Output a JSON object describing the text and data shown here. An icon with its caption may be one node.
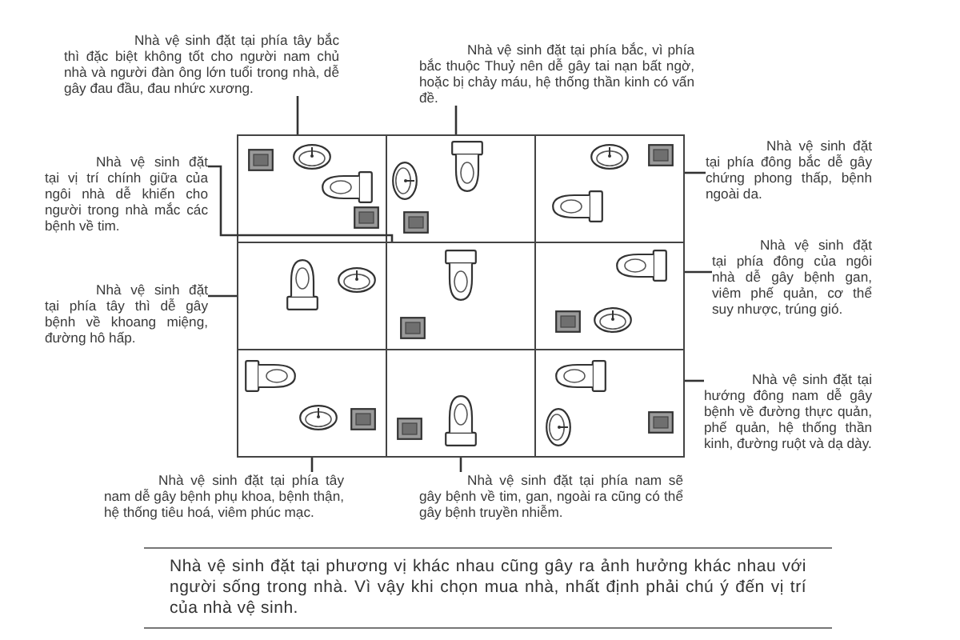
{
  "diagram": {
    "nodes": [
      {
        "text": [
          "Nhà vệ sinh đặt tại phía tây bắc thì đặc biệt không tốt cho người nam chủ nhà và người đàn ông lớn tuổi trong nhà, dễ gây đau đầu, đau nhức xương."
        ]
      },
      {
        "text": [
          "Nhà vệ sinh đặt tại phía bắc, vì phía bắc thuộc Thuỷ nên dễ gây tai nạn bất ngờ, hoặc bị chảy máu, hệ thống thần kinh có vấn đề."
        ]
      },
      {
        "text": [
          "Nhà vệ sinh đặt tại phía đông bắc dễ gây chứng phong thấp, bệnh ngoài da."
        ]
      },
      {
        "text": [
          "Nhà vệ sinh đặt tại vị trí chính giữa của ngôi nhà dễ khiến cho người trong nhà mắc các bệnh về tim."
        ]
      },
      {
        "text": [
          "Nhà vệ sinh đặt tại phía tây thì dễ gây bệnh về khoang miệng, đường hô hấp."
        ]
      },
      {
        "text": [
          "Nhà vệ sinh đặt tại phía đông của ngôi nhà dễ gây bệnh gan, viêm phế quản, cơ thể suy nhược, trúng gió."
        ]
      },
      {
        "text": [
          "Nhà vệ sinh đặt tại hướng đông nam dễ gây bệnh về đường thực quản, phế quản, hệ thống thần kinh, đường ruột và dạ dày."
        ]
      },
      {
        "text": [
          "Nhà vệ sinh đặt tại phía tây nam dễ gây bệnh phụ khoa, bệnh thận, hệ thống tiêu hoá, viêm phúc mạc."
        ]
      },
      {
        "text": [
          "Nhà vệ sinh đặt tại phía nam sẽ gây bệnh về tim, gan, ngoài ra cũng có thể gây bệnh truyền nhiễm."
        ]
      },
      {
        "text": [],
        "shape": "box"
      },
      {
        "text": [],
        "shape": "box"
      },
      {
        "text": [],
        "shape": "box"
      },
      {
        "text": [],
        "shape": "box"
      },
      {
        "text": [],
        "shape": "box"
      },
      {
        "text": [],
        "shape": "box"
      },
      {
        "text": [],
        "shape": "box"
      },
      {
        "text": [],
        "shape": "box"
      },
      {
        "text": [],
        "shape": "box"
      },
      {
        "text": [
          "Nhà vệ sinh đặt tại phương vị khác nhau cũng gây ra ảnh hưởng khác nhau với người sống trong nhà. Vì vậy khi chọn mua nhà, nhất định phải chú ý đến vị trí của nhà vệ sinh."
        ]
      }
    ],
    "edges": [
      {
        "from": 0,
        "to": 9,
        "arrow": "none"
      },
      {
        "from": 1,
        "to": 10,
        "arrow": "none"
      },
      {
        "from": 2,
        "to": 11,
        "arrow": "none"
      },
      {
        "from": 3,
        "to": 13,
        "arrow": "none"
      },
      {
        "from": 4,
        "to": 12,
        "arrow": "none"
      },
      {
        "from": 5,
        "to": 14,
        "arrow": "none"
      },
      {
        "from": 6,
        "to": 17,
        "arrow": "none"
      },
      {
        "from": 7,
        "to": 15,
        "arrow": "none"
      },
      {
        "from": 8,
        "to": 16,
        "arrow": "none"
      }
    ]
  }
}
